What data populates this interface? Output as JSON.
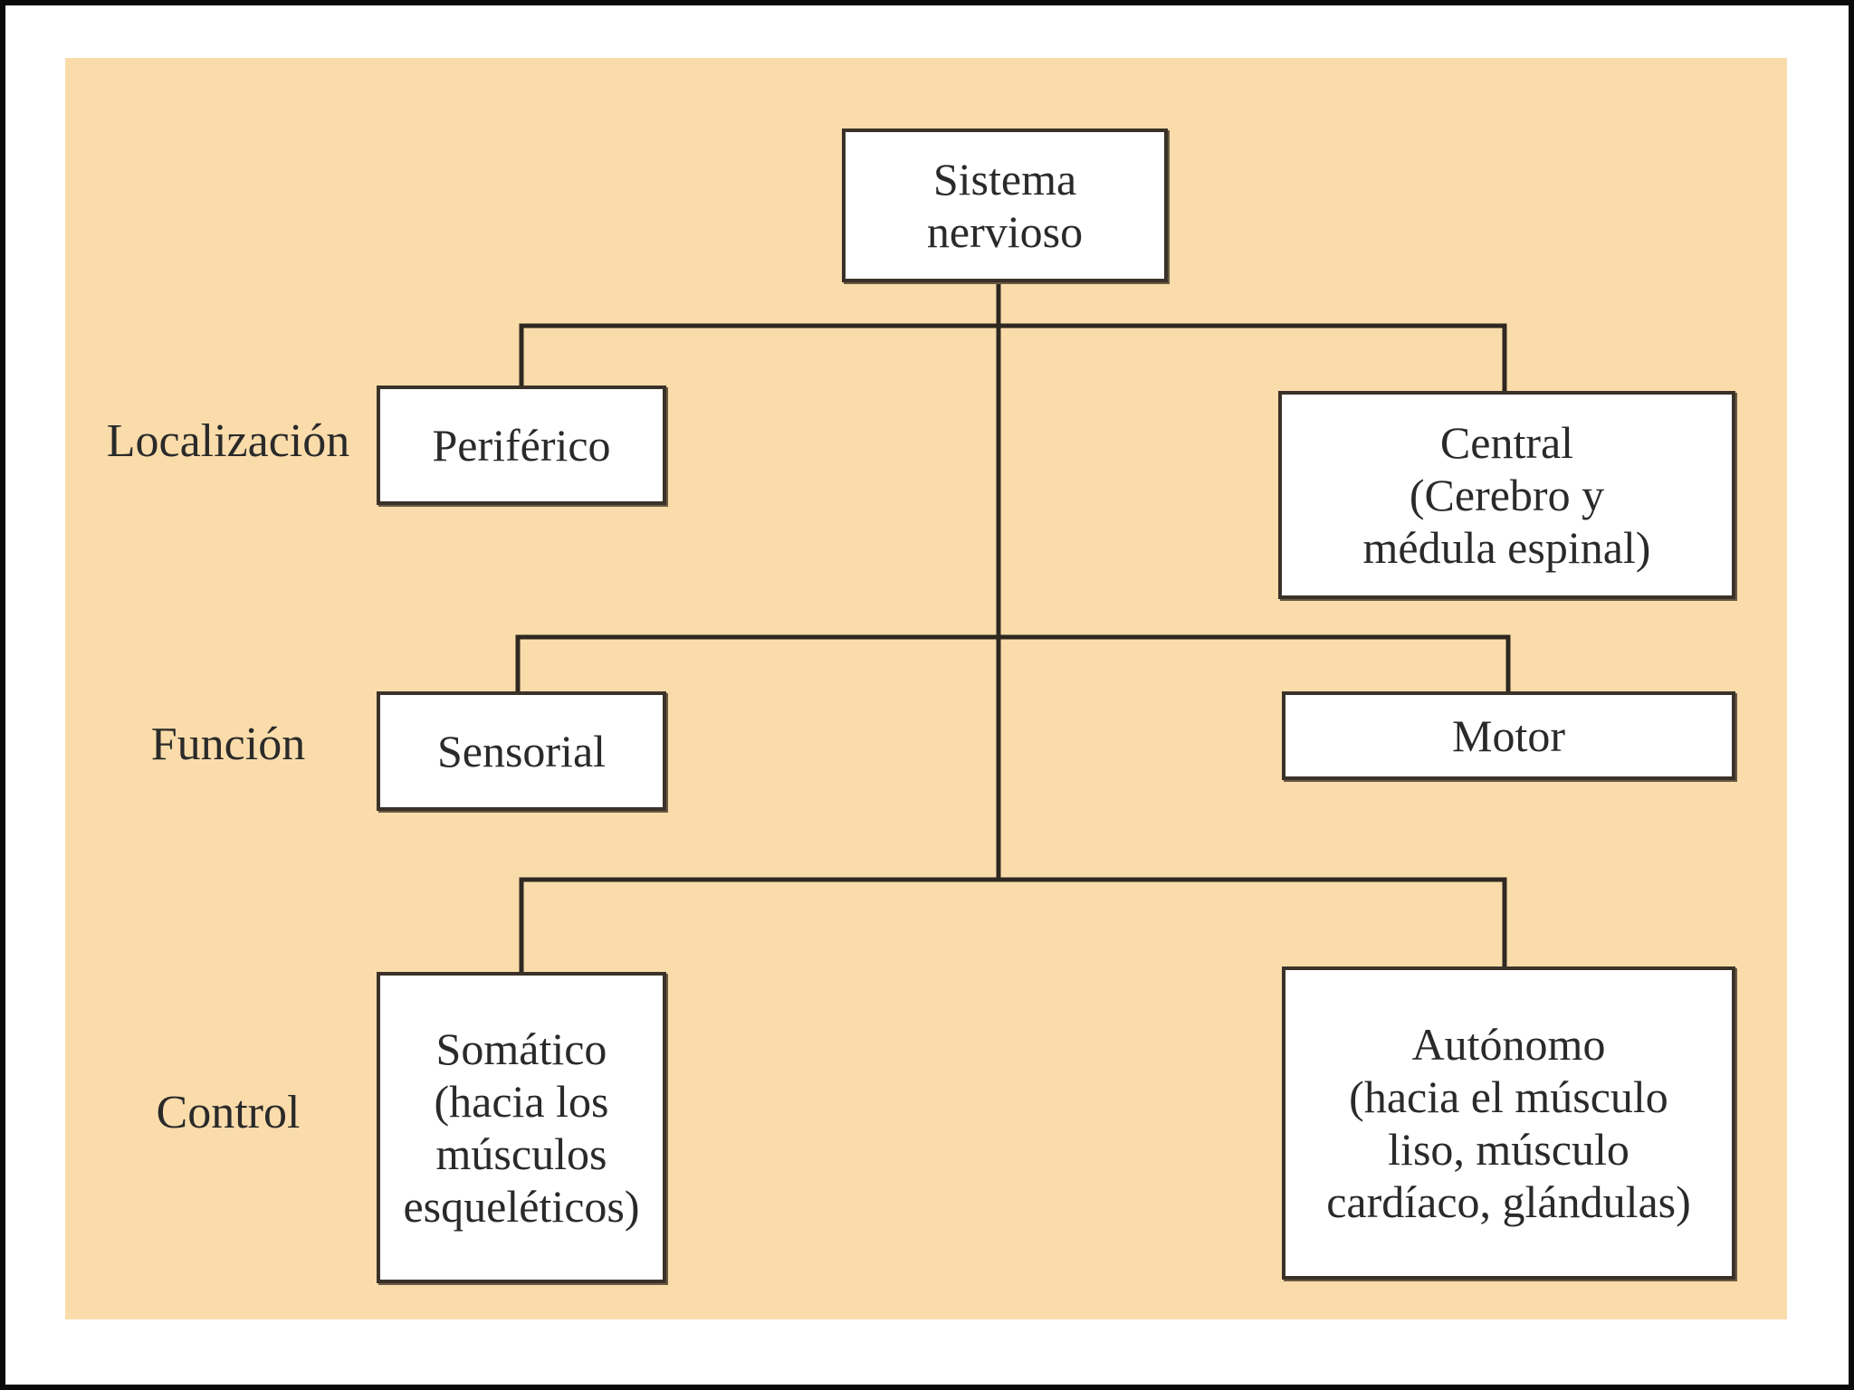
{
  "diagram": {
    "root": {
      "label": "Sistema\nnervioso"
    },
    "rows": [
      {
        "label": "Localización",
        "left": "Periférico",
        "right": "Central\n(Cerebro y\nmédula espinal)"
      },
      {
        "label": "Función",
        "left": "Sensorial",
        "right": "Motor"
      },
      {
        "label": "Control",
        "left": "Somático\n(hacia los\nmúsculos\nesqueléticos)",
        "right": "Autónomo\n(hacia el músculo\nliso, músculo\ncardíaco, glándulas)"
      }
    ]
  },
  "colors": {
    "panel_background": "#fadcab",
    "box_fill": "#ffffff",
    "line": "#2e2820",
    "frame_border": "#0a0a0a"
  }
}
